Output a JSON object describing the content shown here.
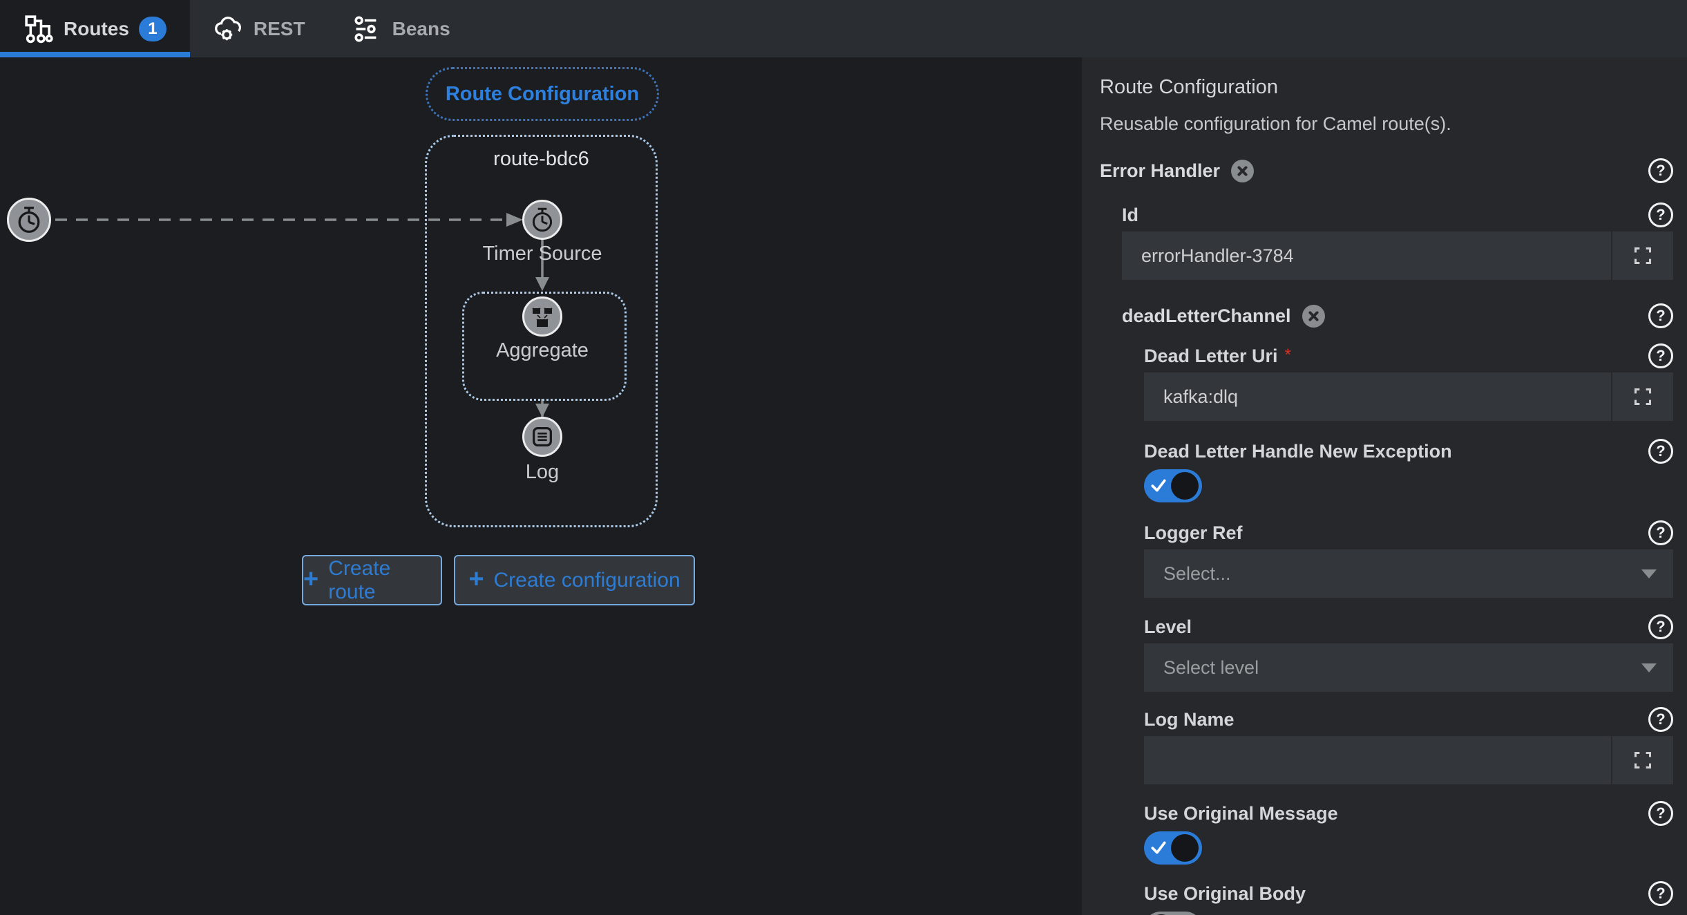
{
  "tabs": {
    "routes": {
      "label": "Routes",
      "badge": "1"
    },
    "rest": {
      "label": "REST"
    },
    "beans": {
      "label": "Beans"
    }
  },
  "canvas": {
    "config_pill_label": "Route Configuration",
    "route_group_label": "route-bdc6",
    "nodes": {
      "timer": "Timer Source",
      "aggregate": "Aggregate",
      "log": "Log"
    },
    "buttons": {
      "plus": "+",
      "create_route": "Create route",
      "create_configuration": "Create configuration"
    }
  },
  "panel": {
    "title": "Route Configuration",
    "subtitle": "Reusable configuration for Camel route(s).",
    "error_handler": {
      "label": "Error Handler"
    },
    "id": {
      "label": "Id",
      "value": "errorHandler-3784"
    },
    "dead_letter_channel": {
      "label": "deadLetterChannel"
    },
    "dead_letter_uri": {
      "label": "Dead Letter Uri",
      "required_mark": "*",
      "value": "kafka:dlq"
    },
    "handle_new_exception": {
      "label": "Dead Letter Handle New Exception",
      "on": true
    },
    "logger_ref": {
      "label": "Logger Ref",
      "placeholder": "Select..."
    },
    "level": {
      "label": "Level",
      "placeholder": "Select level"
    },
    "log_name": {
      "label": "Log Name",
      "value": ""
    },
    "use_original_message": {
      "label": "Use Original Message",
      "on": true
    },
    "use_original_body": {
      "label": "Use Original Body",
      "on": false
    },
    "help_glyph": "?"
  },
  "colors": {
    "accent_blue": "#2b7cd8",
    "canvas_bg": "#1b1d21",
    "panel_bg": "#26282c",
    "input_bg": "#33363a",
    "node_fill": "#8f9296",
    "dotted_group_border": "#accae8",
    "dotted_pill_border": "#3d74ba",
    "edge_gray": "#8a8d90",
    "required_red": "#d93025"
  }
}
